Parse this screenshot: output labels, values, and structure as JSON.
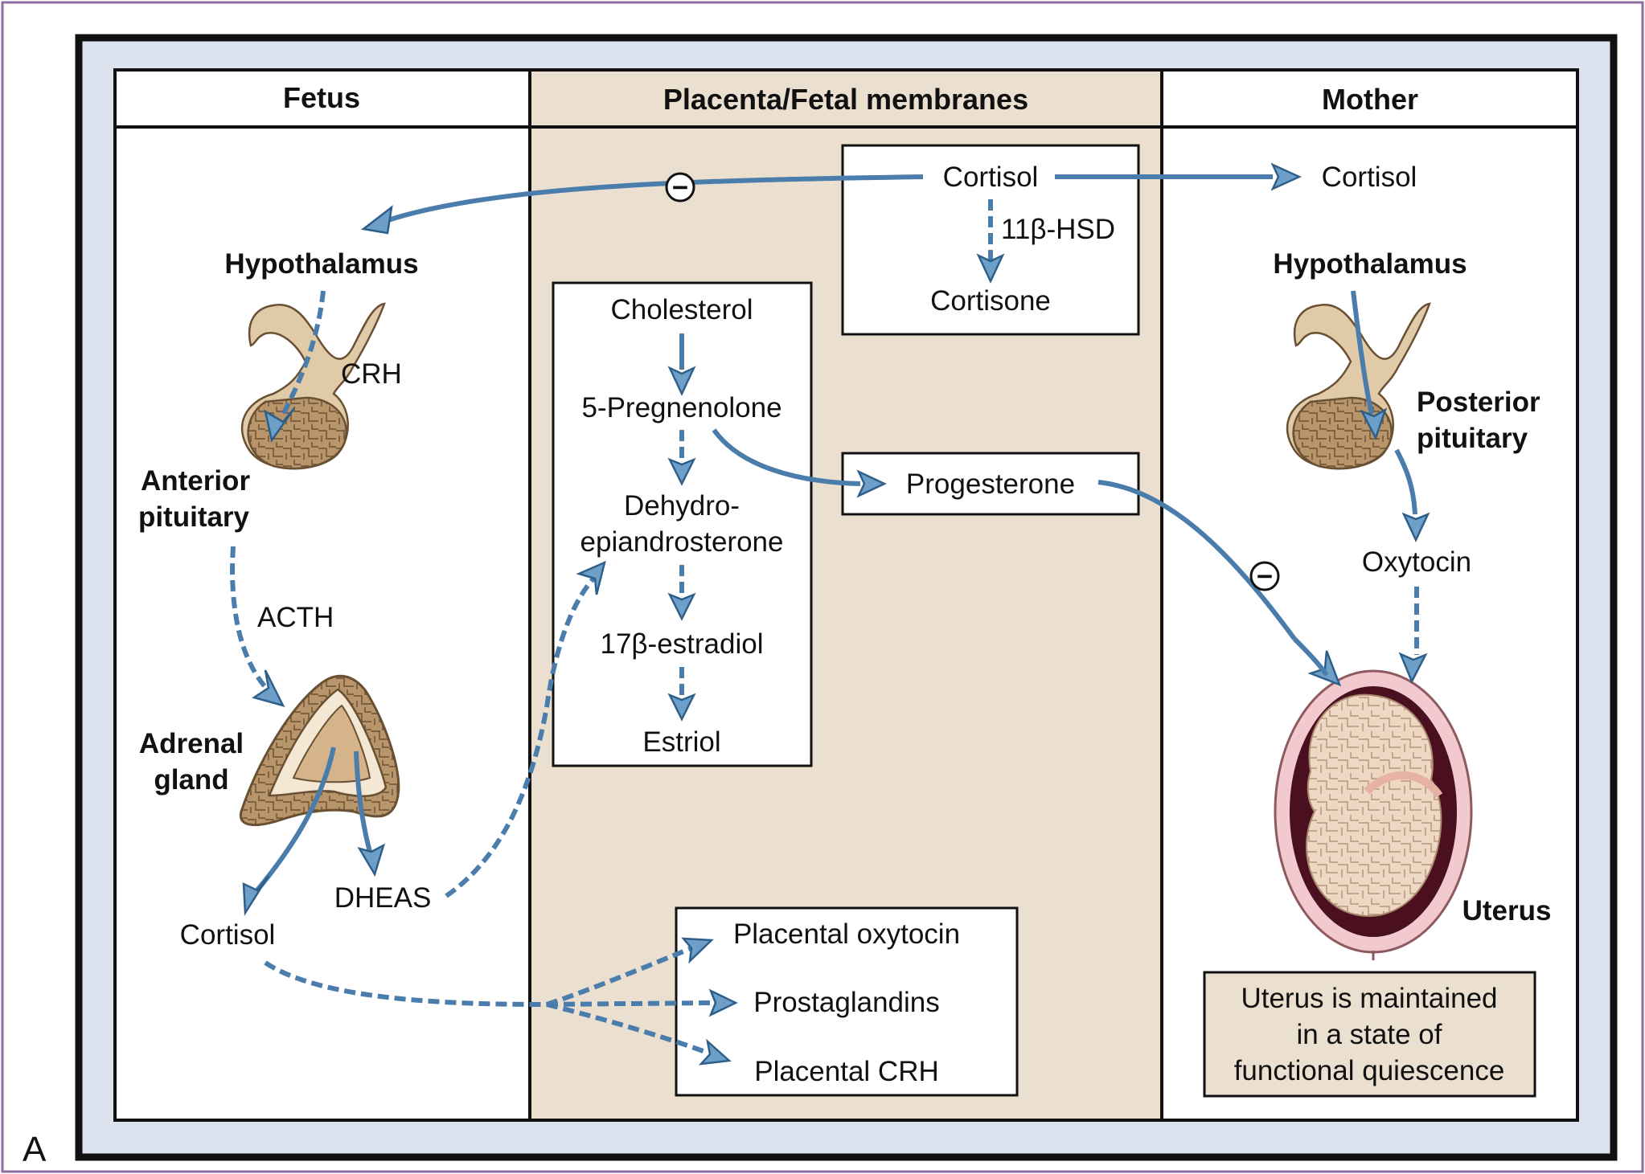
{
  "panel_letter": "A",
  "columns": {
    "fetus": "Fetus",
    "placenta": "Placenta/Fetal membranes",
    "mother": "Mother"
  },
  "fetus": {
    "hypothalamus": "Hypothalamus",
    "crh": "CRH",
    "anterior_pituitary_line1": "Anterior",
    "anterior_pituitary_line2": "pituitary",
    "acth": "ACTH",
    "adrenal_line1": "Adrenal",
    "adrenal_line2": "gland",
    "cortisol": "Cortisol",
    "dheas": "DHEAS"
  },
  "placenta": {
    "cortisol": "Cortisol",
    "enzyme": "11β-HSD",
    "cortisone": "Cortisone",
    "steroid_pathway": [
      "Cholesterol",
      "5-Pregnenolone",
      "Dehydro-",
      "epiandrosterone",
      "17β-estradiol",
      "Estriol"
    ],
    "progesterone": "Progesterone",
    "outputs": [
      "Placental oxytocin",
      "Prostaglandins",
      "Placental CRH"
    ],
    "inhibit_symbol": "−"
  },
  "mother": {
    "cortisol": "Cortisol",
    "hypothalamus": "Hypothalamus",
    "posterior_pituitary_line1": "Posterior",
    "posterior_pituitary_line2": "pituitary",
    "oxytocin": "Oxytocin",
    "uterus": "Uterus",
    "quiescence_lines": [
      "Uterus is maintained",
      "in a state of",
      "functional quiescence"
    ]
  },
  "colors": {
    "arrow": "#4a7dab",
    "placenta_fill": "#ebdfd0",
    "outer_frame": "#dde3ee",
    "border_purple": "#8e6ea3",
    "tissue": "#c7a67c"
  }
}
